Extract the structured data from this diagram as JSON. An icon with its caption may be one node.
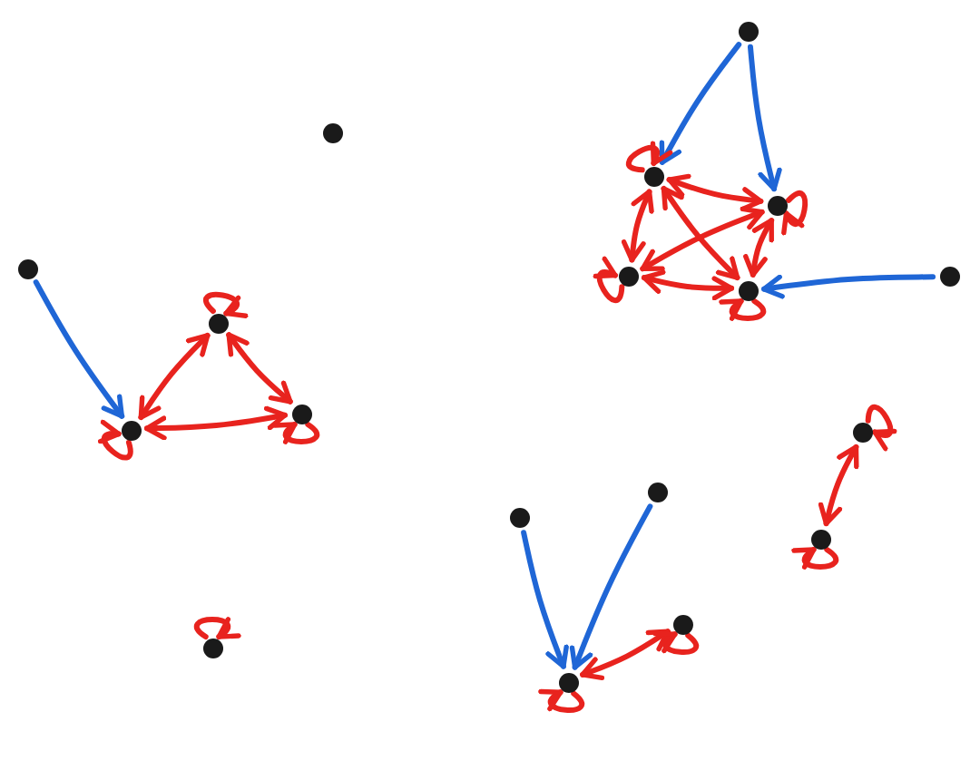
{
  "diagram": {
    "nodes": [
      {
        "text": [],
        "shape": "circle"
      },
      {
        "text": [],
        "shape": "circle"
      },
      {
        "text": [],
        "shape": "circle"
      },
      {
        "text": [],
        "shape": "circle"
      },
      {
        "text": [],
        "shape": "circle"
      },
      {
        "text": [],
        "shape": "circle"
      },
      {
        "text": [],
        "shape": "circle"
      },
      {
        "text": [],
        "shape": "circle"
      },
      {
        "text": [],
        "shape": "circle"
      },
      {
        "text": [],
        "shape": "circle"
      },
      {
        "text": [],
        "shape": "circle"
      },
      {
        "text": [],
        "shape": "circle"
      },
      {
        "text": [],
        "shape": "circle"
      },
      {
        "text": [],
        "shape": "circle"
      },
      {
        "text": [],
        "shape": "circle"
      },
      {
        "text": [],
        "shape": "circle"
      },
      {
        "text": [],
        "shape": "circle"
      },
      {
        "text": [],
        "shape": "circle"
      }
    ],
    "edges": [
      {
        "from": 0,
        "to": 2,
        "arrow": "to",
        "color": "#1f66d6"
      },
      {
        "from": 0,
        "to": 3,
        "arrow": "to",
        "color": "#1f66d6"
      },
      {
        "from": 6,
        "to": 7,
        "arrow": "to",
        "color": "#1f66d6"
      },
      {
        "from": 4,
        "to": 10,
        "arrow": "to",
        "color": "#1f66d6"
      },
      {
        "from": 13,
        "to": 17,
        "arrow": "to",
        "color": "#1f66d6"
      },
      {
        "from": 12,
        "to": 17,
        "arrow": "to",
        "color": "#1f66d6"
      },
      {
        "from": 2,
        "to": 3,
        "arrow": "both"
      },
      {
        "from": 2,
        "to": 5,
        "arrow": "both"
      },
      {
        "from": 2,
        "to": 7,
        "arrow": "both"
      },
      {
        "from": 3,
        "to": 5,
        "arrow": "both"
      },
      {
        "from": 3,
        "to": 7,
        "arrow": "both"
      },
      {
        "from": 5,
        "to": 7,
        "arrow": "both"
      },
      {
        "from": 8,
        "to": 10,
        "arrow": "both"
      },
      {
        "from": 8,
        "to": 9,
        "arrow": "both"
      },
      {
        "from": 10,
        "to": 9,
        "arrow": "both"
      },
      {
        "from": 11,
        "to": 14,
        "arrow": "both"
      },
      {
        "from": 17,
        "to": 15,
        "arrow": "both"
      },
      {
        "from": 2,
        "to": 2,
        "arrow": "to"
      },
      {
        "from": 3,
        "to": 3,
        "arrow": "to"
      },
      {
        "from": 5,
        "to": 5,
        "arrow": "to"
      },
      {
        "from": 7,
        "to": 7,
        "arrow": "to"
      },
      {
        "from": 8,
        "to": 8,
        "arrow": "to"
      },
      {
        "from": 10,
        "to": 10,
        "arrow": "to"
      },
      {
        "from": 9,
        "to": 9,
        "arrow": "to"
      },
      {
        "from": 11,
        "to": 11,
        "arrow": "to"
      },
      {
        "from": 14,
        "to": 14,
        "arrow": "to"
      },
      {
        "from": 15,
        "to": 15,
        "arrow": "to"
      },
      {
        "from": 17,
        "to": 17,
        "arrow": "to"
      },
      {
        "from": 16,
        "to": 16,
        "arrow": "to"
      }
    ]
  }
}
